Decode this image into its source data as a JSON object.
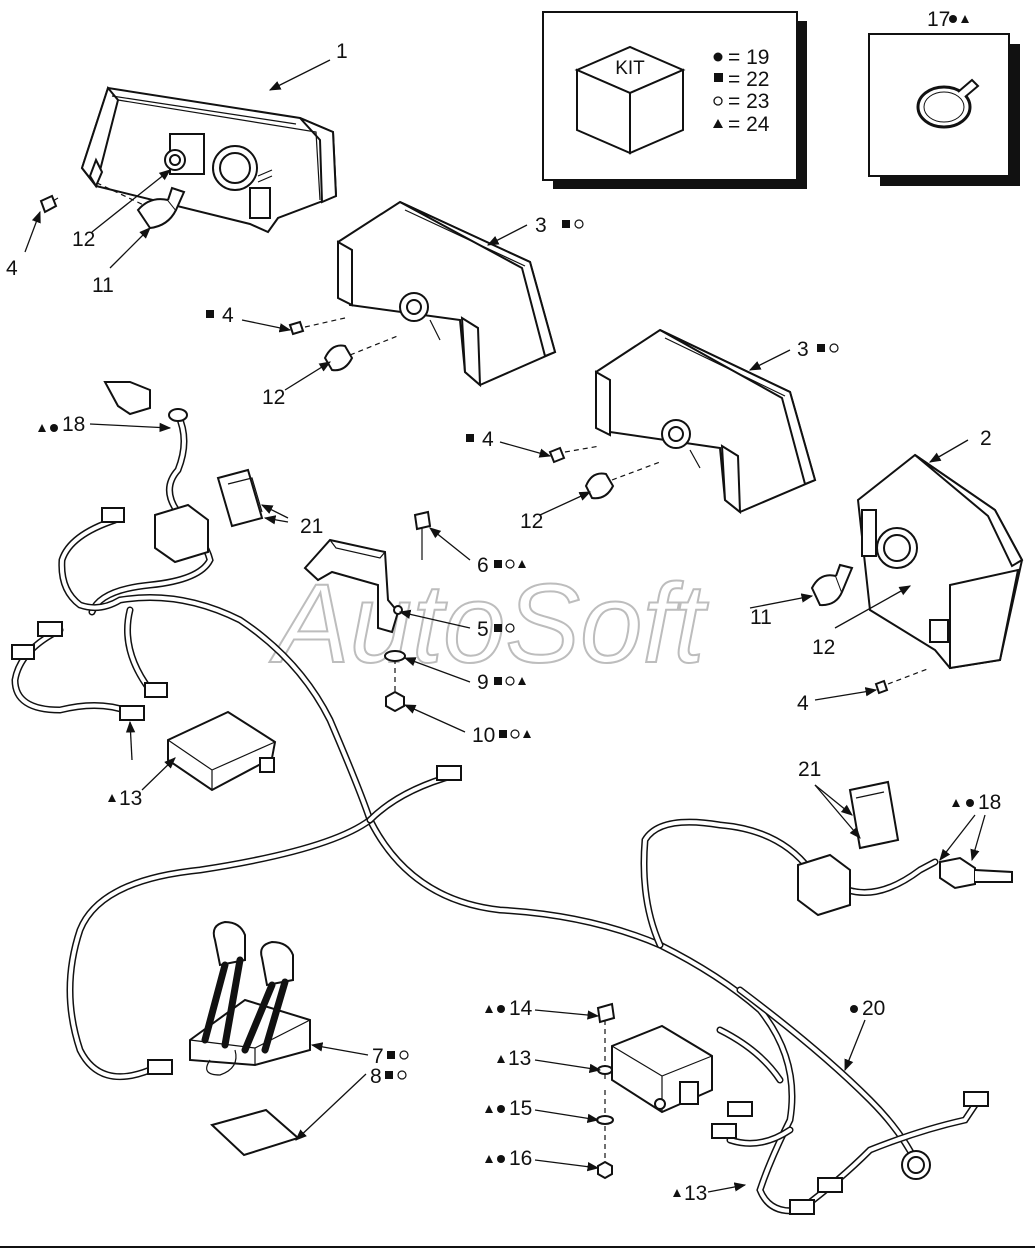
{
  "kit_box": {
    "kit_word": "KIT",
    "legend": [
      {
        "symbol": "dot",
        "text": "= 19"
      },
      {
        "symbol": "square",
        "text": "= 22"
      },
      {
        "symbol": "circle",
        "text": "= 23"
      },
      {
        "symbol": "triangle",
        "text": "= 24"
      }
    ]
  },
  "clamp_box": {
    "label": "17"
  },
  "watermark": "AutoSoft",
  "callouts": {
    "c1": "1",
    "c2": "2",
    "c3a": "3",
    "c3b": "3",
    "c4a": "4",
    "c4b": "4",
    "c4c": "4",
    "c4d": "4",
    "c5": "5",
    "c6": "6",
    "c7": "7",
    "c8": "8",
    "c9": "9",
    "c10": "10",
    "c11a": "11",
    "c11b": "11",
    "c12a": "12",
    "c12b": "12",
    "c12c": "12",
    "c12d": "12",
    "c13a": "13",
    "c13b": "13",
    "c13c": "13",
    "c14": "14",
    "c15": "15",
    "c16": "16",
    "c18a": "18",
    "c18b": "18",
    "c20": "20",
    "c21a": "21",
    "c21b": "21"
  },
  "colors": {
    "ink": "#111111",
    "paper": "#ffffff",
    "watermark": "#bdbdbd"
  }
}
